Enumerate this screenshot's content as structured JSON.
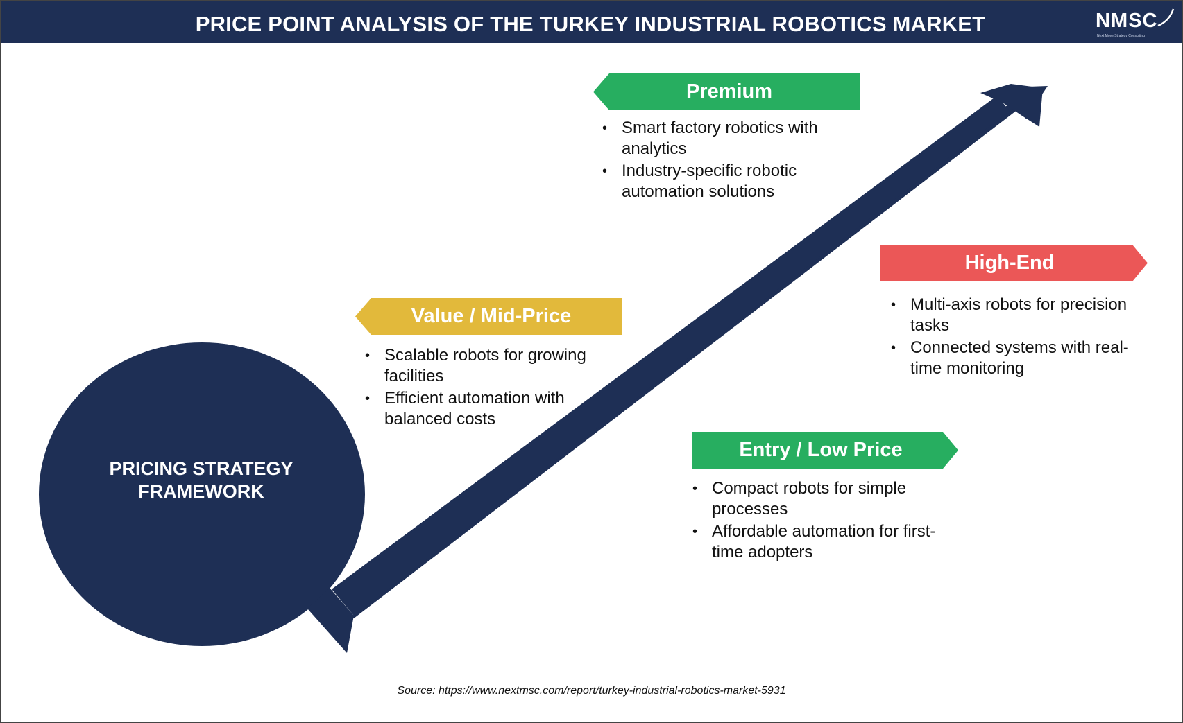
{
  "header": {
    "title": "PRICE POINT ANALYSIS OF THE TURKEY INDUSTRIAL ROBOTICS MARKET",
    "logo_text": "NMSC",
    "logo_tagline": "Next Move Strategy Consulting"
  },
  "center": {
    "line1": "PRICING STRATEGY",
    "line2": "FRAMEWORK"
  },
  "tiers": {
    "premium": {
      "label": "Premium",
      "color": "#27ae60",
      "bullets": [
        "Smart factory robotics with analytics",
        "Industry-specific robotic automation solutions"
      ]
    },
    "high_end": {
      "label": "High-End",
      "color": "#eb5757",
      "bullets": [
        "Multi-axis robots for precision tasks",
        "Connected systems with real-time monitoring"
      ]
    },
    "value": {
      "label": "Value / Mid-Price",
      "color": "#e2b93b",
      "bullets": [
        "Scalable robots for growing facilities",
        "Efficient automation with balanced costs"
      ]
    },
    "entry": {
      "label": "Entry / Low Price",
      "color": "#27ae60",
      "bullets": [
        "Compact robots for simple processes",
        "Affordable automation for first-time adopters"
      ]
    }
  },
  "colors": {
    "navy": "#1e2f55"
  },
  "source": "Source: https://www.nextmsc.com/report/turkey-industrial-robotics-market-5931"
}
